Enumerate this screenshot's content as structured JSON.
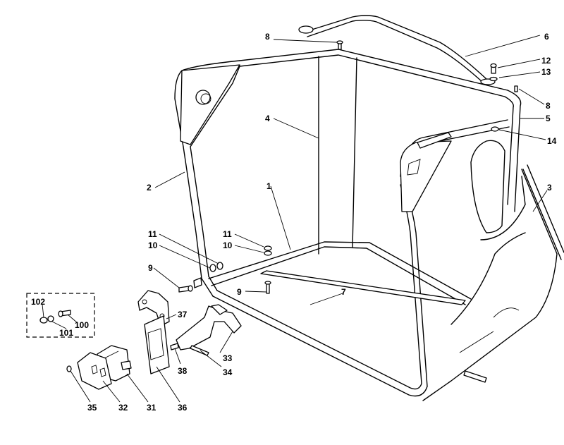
{
  "labels": {
    "l1": "1",
    "l2": "2",
    "l3": "3",
    "l4": "4",
    "l5": "5",
    "l6": "6",
    "l7": "7",
    "l8a": "8",
    "l8b": "8",
    "l9a": "9",
    "l9b": "9",
    "l10a": "10",
    "l10b": "10",
    "l11a": "11",
    "l11b": "11",
    "l12": "12",
    "l13": "13",
    "l14": "14",
    "l31": "31",
    "l32": "32",
    "l33": "33",
    "l34": "34",
    "l35": "35",
    "l36": "36",
    "l37": "37",
    "l38": "38",
    "l100": "100",
    "l101": "101",
    "l102": "102"
  }
}
